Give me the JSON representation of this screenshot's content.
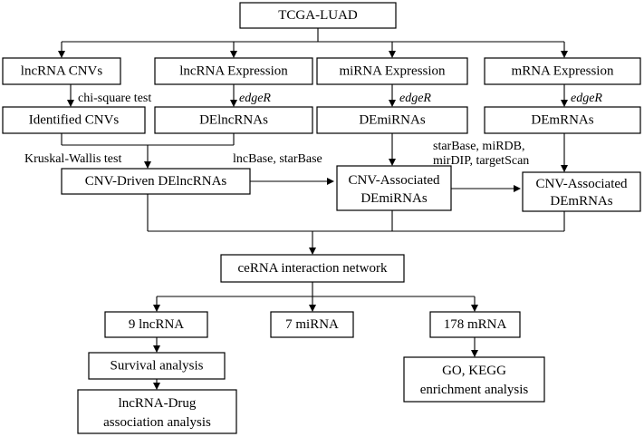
{
  "nodes": {
    "tcga": "TCGA-LUAD",
    "lnc_cnv": "lncRNA CNVs",
    "lnc_expr": "lncRNA Expression",
    "mi_expr": "miRNA Expression",
    "m_expr": "mRNA Expression",
    "identified_cnvs": "Identified CNVs",
    "delnc": "DElncRNAs",
    "demi": "DEmiRNAs",
    "dem": "DEmRNAs",
    "cnv_driven": "CNV-Driven DElncRNAs",
    "cnv_assoc_mi": [
      "CNV-Associated",
      "DEmiRNAs"
    ],
    "cnv_assoc_m": [
      "CNV-Associated",
      "DEmRNAs"
    ],
    "cerna": "ceRNA interaction network",
    "lnc9": "9 lncRNA",
    "mi7": "7 miRNA",
    "m178": "178 mRNA",
    "survival": "Survival analysis",
    "drug": [
      "lncRNA-Drug",
      "association analysis"
    ],
    "go": [
      "GO, KEGG",
      "enrichment analysis"
    ]
  },
  "edge_labels": {
    "chi": "chi-square test",
    "edger1": "edgeR",
    "edger2": "edgeR",
    "edger3": "edgeR",
    "kruskal": "Kruskal-Wallis test",
    "lncbase": "lncBase, starBase",
    "starbase": [
      "starBase, miRDB,",
      "mirDIP, targetScan"
    ]
  }
}
